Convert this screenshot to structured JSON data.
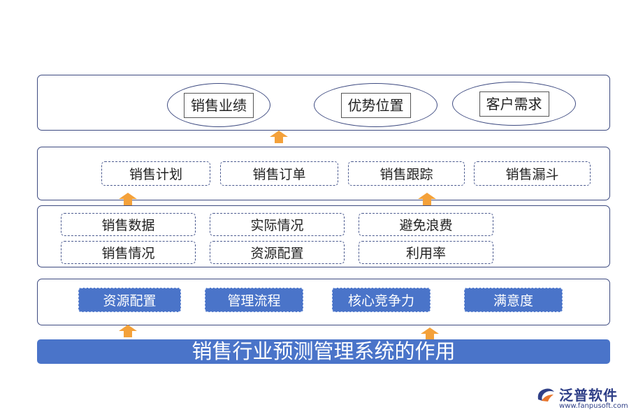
{
  "top_row": {
    "items": [
      "销售业绩",
      "优势位置",
      "客户需求"
    ]
  },
  "plan_row": {
    "items": [
      "销售计划",
      "销售订单",
      "销售跟踪",
      "销售漏斗"
    ]
  },
  "data_row": {
    "items": [
      "销售数据",
      "实际情况",
      "避免浪费",
      "销售情况",
      "资源配置",
      "利用率"
    ]
  },
  "base_row": {
    "items": [
      "资源配置",
      "管理流程",
      "核心竞争力",
      "满意度"
    ]
  },
  "title": "销售行业预测管理系统的作用",
  "logo": {
    "name": "泛普软件",
    "url": "www.fanpusoft.com"
  },
  "colors": {
    "border": "#3d4a80",
    "accent_blue": "#4a74c9",
    "arrow": "#f4a13a"
  }
}
